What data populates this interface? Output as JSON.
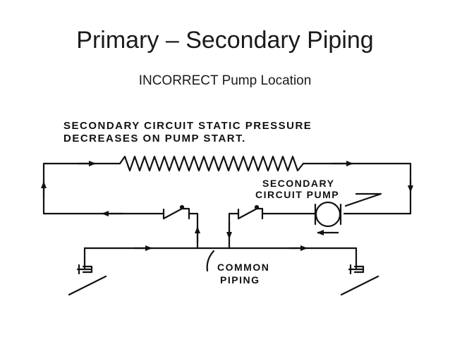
{
  "slide": {
    "title": "Primary – Secondary Piping",
    "subtitle": "INCORRECT Pump Location"
  },
  "diagram": {
    "note_line1": "SECONDARY CIRCUIT STATIC PRESSURE",
    "note_line2": "DECREASES ON PUMP START.",
    "pump_label_line1": "SECONDARY",
    "pump_label_line2": "CIRCUIT PUMP",
    "common_label_line1": "COMMON",
    "common_label_line2": "PIPING",
    "line_color": "#111111"
  }
}
